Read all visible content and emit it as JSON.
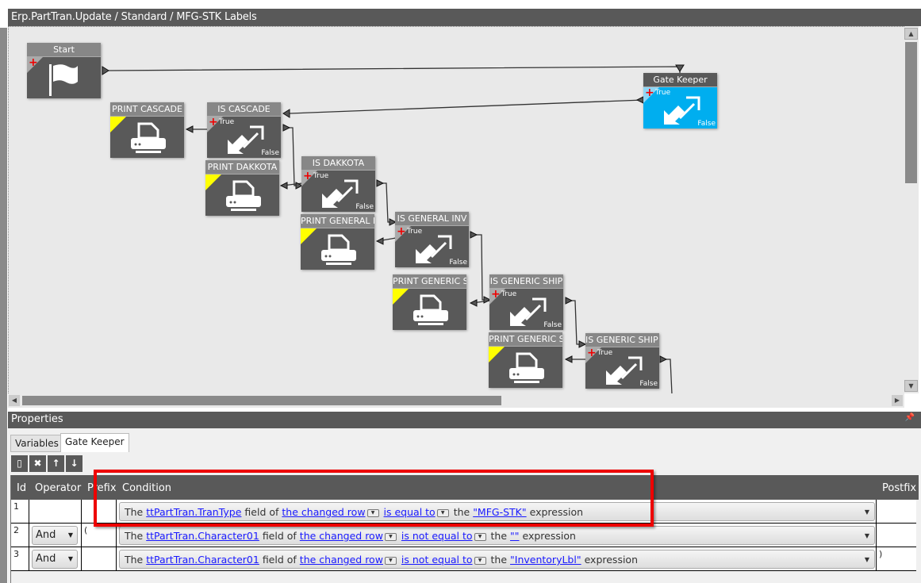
{
  "window_title": "Erp.PartTran.Update / Standard / MFG-STK Labels",
  "accent_color": "#00aeef",
  "nodes": {
    "start": {
      "title": "Start"
    },
    "gate_keeper": {
      "title": "Gate Keeper",
      "true": "True",
      "false": "False"
    },
    "print_cascade": {
      "title": "PRINT CASCADE"
    },
    "is_cascade": {
      "title": "IS CASCADE",
      "true": "True",
      "false": "False"
    },
    "print_dakkota": {
      "title": "PRINT DAKKOTA"
    },
    "is_dakkota": {
      "title": "IS DAKKOTA",
      "true": "True",
      "false": "False"
    },
    "print_general_inv": {
      "title": "PRINT GENERAL IN"
    },
    "is_general_inv": {
      "title": "IS GENERAL INV",
      "true": "True",
      "false": "False"
    },
    "print_generic_ship": {
      "title": "PRINT GENERIC SH"
    },
    "is_generic_ship": {
      "title": "IS GENERIC SHIP",
      "true": "True",
      "false": "False"
    },
    "print_generic_ship_p": {
      "title": "PRINT GENERIC SH"
    },
    "is_generic_ship_p": {
      "title": "IS GENERIC SHIP P",
      "true": "True",
      "false": "False"
    }
  },
  "properties": {
    "title": "Properties",
    "tabs": [
      "Variables",
      "Gate Keeper"
    ],
    "active_tab": "Gate Keeper",
    "columns": {
      "id": "Id",
      "operator": "Operator",
      "prefix": "Prefix",
      "condition": "Condition",
      "postfix": "Postfix"
    },
    "rows": [
      {
        "id": "1",
        "operator": "",
        "prefix": "",
        "postfix": "",
        "cond": {
          "the": "The",
          "field": "ttPartTran.TranType",
          "field_of": "field of",
          "row": "the changed row",
          "op": "is equal to",
          "the2": "the",
          "value": "\"MFG-STK\"",
          "expr": "expression"
        }
      },
      {
        "id": "2",
        "operator": "And",
        "prefix": "(",
        "postfix": "",
        "cond": {
          "the": "The",
          "field": "ttPartTran.Character01",
          "field_of": "field of",
          "row": "the changed row",
          "op": "is not equal to",
          "the2": "the",
          "value": "\"\"",
          "expr": "expression"
        }
      },
      {
        "id": "3",
        "operator": "And",
        "prefix": "",
        "postfix": ")",
        "cond": {
          "the": "The",
          "field": "ttPartTran.Character01",
          "field_of": "field of",
          "row": "the changed row",
          "op": "is not equal to",
          "the2": "the",
          "value": "\"InventoryLbl\"",
          "expr": "expression"
        }
      }
    ]
  }
}
